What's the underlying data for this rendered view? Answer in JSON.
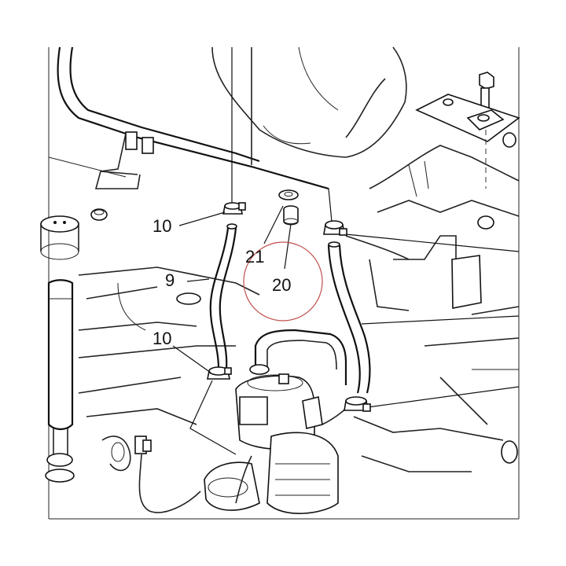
{
  "callouts": {
    "hose_clamp_upper": "10",
    "hose_clamp_lower": "10",
    "hose": "9",
    "grommet": "21",
    "plug": "20"
  },
  "colors": {
    "line": "#111111",
    "background": "#ffffff",
    "highlight_circle": "#c0504d"
  }
}
